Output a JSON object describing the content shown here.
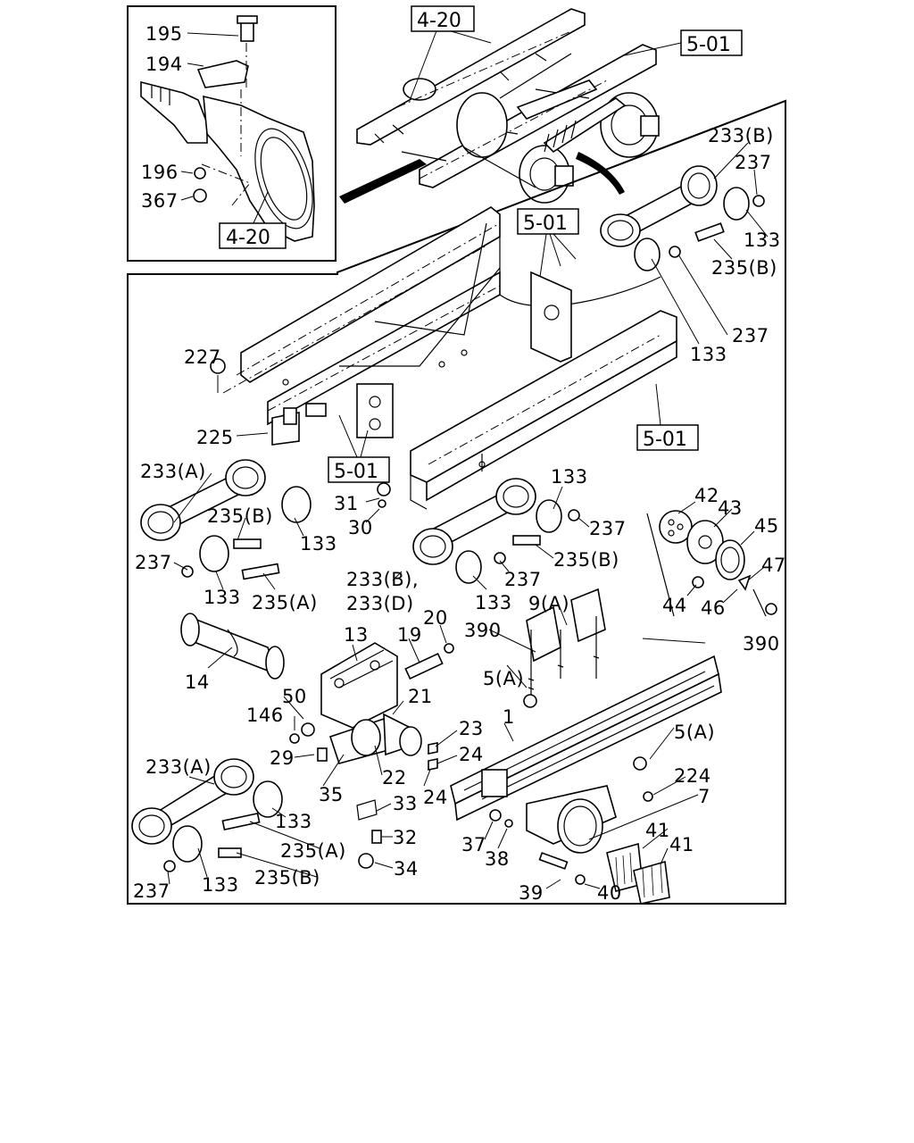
{
  "inset_labels": [
    "195",
    "194",
    "196",
    "367"
  ],
  "references": [
    "4-20",
    "5-01"
  ],
  "callouts": {
    "c227": "227",
    "c225": "225",
    "c31": "31",
    "c30": "30",
    "c233A_1": "233(A)",
    "c235B_1": "235(B)",
    "c133_1": "133",
    "c237_1": "237",
    "c133_2": "133",
    "c235A_1": "235(A)",
    "c133_3": "133",
    "c237_2": "237",
    "c235B_2": "235(B)",
    "c237_3": "237",
    "c133_4": "133",
    "c233BD": "233(B),",
    "c233D": "233(D)",
    "c233B_top": "233(B)",
    "c237_top": "237",
    "c133_top": "133",
    "c235B_top": "235(B)",
    "c237_top2": "237",
    "c133_top2": "133",
    "c42": "42",
    "c43": "43",
    "c45": "45",
    "c47": "47",
    "c44": "44",
    "c46": "46",
    "c13": "13",
    "c19": "19",
    "c20": "20",
    "c390_1": "390",
    "c9A": "9(A)",
    "c390_2": "390",
    "c14": "14",
    "c5A_1": "5(A)",
    "c50": "50",
    "c146": "146",
    "c21": "21",
    "c1": "1",
    "c23": "23",
    "c24_1": "24",
    "c29": "29",
    "c22": "22",
    "c24_2": "24",
    "c5A_2": "5(A)",
    "c233A_2": "233(A)",
    "c35": "35",
    "c224": "224",
    "c7": "7",
    "c33": "33",
    "c133_5": "133",
    "c41_1": "41",
    "c41_2": "41",
    "c235A_2": "235(A)",
    "c32": "32",
    "c235B_3": "235(B)",
    "c133_6": "133",
    "c237_4": "237",
    "c34": "34",
    "c37": "37",
    "c38": "38",
    "c39": "39",
    "c40": "40"
  }
}
